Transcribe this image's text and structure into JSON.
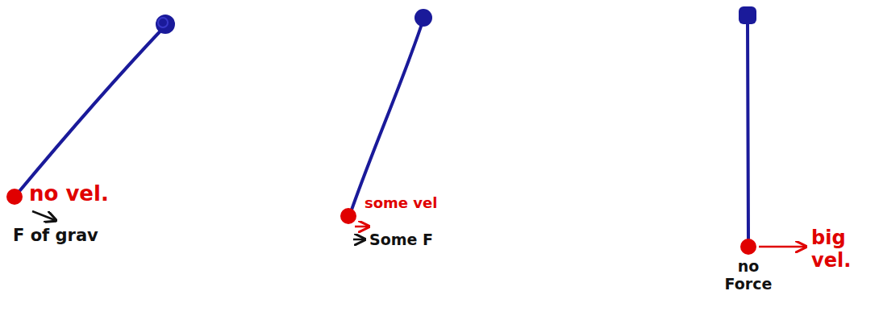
{
  "diagram": {
    "labels": [
      "no vel.",
      "F of grav",
      "some vel",
      "Some F",
      "big vel.",
      "no Force"
    ]
  }
}
